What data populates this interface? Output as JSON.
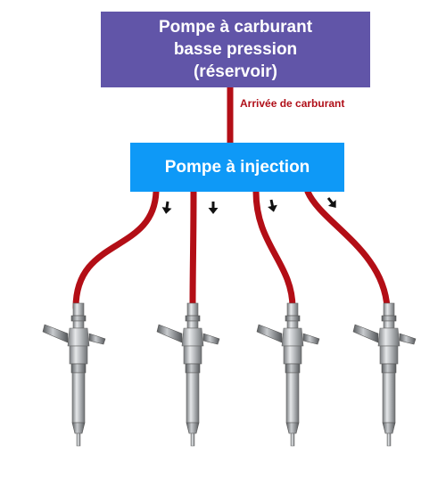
{
  "low_pressure_pump": {
    "line1": "Pompe à carburant",
    "line2": "basse pression",
    "line3": "(réservoir)",
    "color": "#6155a8"
  },
  "injection_pump": {
    "label": "Pompe à injection",
    "color": "#0e99f7"
  },
  "fuel_feed_label": "Arrivée de carburant",
  "colors": {
    "fuel_line": "#b30e16",
    "label_red": "#b00f19",
    "arrow": "#111111"
  },
  "injectors": [
    {
      "icon": "injector-icon"
    },
    {
      "icon": "injector-icon"
    },
    {
      "icon": "injector-icon"
    },
    {
      "icon": "injector-icon"
    }
  ]
}
